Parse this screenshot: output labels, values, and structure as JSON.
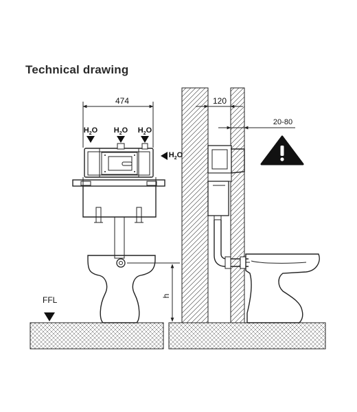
{
  "title": "Technical drawing",
  "labels": {
    "width_front": "474",
    "wall_depth": "120",
    "adjust_range": "20-80",
    "water_main": "H",
    "water_sub": "2",
    "water_o": "O",
    "height": "h",
    "floor_level": "FFL"
  },
  "icons": {
    "warning": "warning-triangle-icon",
    "arrow": "arrow-down-icon"
  },
  "colors": {
    "ink": "#222222",
    "background": "#ffffff"
  }
}
